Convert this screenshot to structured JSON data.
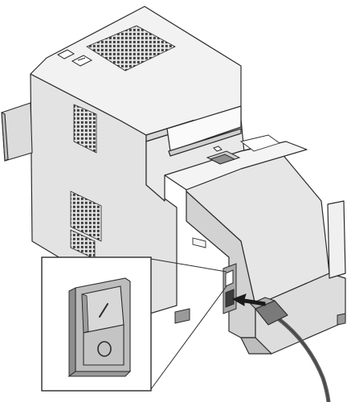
{
  "figure": {
    "subject": "printer-rear-power-switch-illustration",
    "inset": {
      "shows": "rocker-power-switch",
      "symbols": [
        "power-on-line",
        "power-off-circle"
      ]
    },
    "callout": "arrow-to-power-inlet",
    "colors": {
      "background": "#ffffff",
      "body_light": "#efefef",
      "body_mid": "#dcdcdc",
      "body_dark": "#bcbcbc",
      "outline": "#2b2b2b",
      "vent": "#3a3a3a",
      "cord": "#5a5a5a",
      "switch_face": "#c9c9c9",
      "switch_shadow": "#8e8e8e"
    }
  }
}
